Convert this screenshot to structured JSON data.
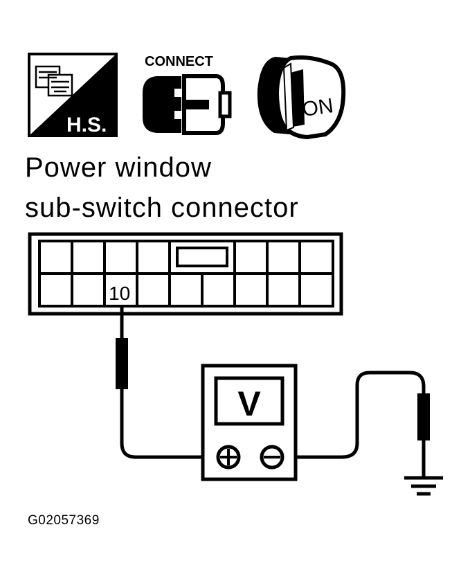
{
  "icons": {
    "harness_label": "H.S.",
    "connect_label": "CONNECT",
    "key_label": "ON"
  },
  "title": {
    "line1": "Power window",
    "line2": "sub-switch connector"
  },
  "connector": {
    "terminal": "10"
  },
  "meter": {
    "label": "V",
    "plus_symbol": "⊕",
    "minus_symbol": "⊖"
  },
  "figure_code": "G02057369"
}
